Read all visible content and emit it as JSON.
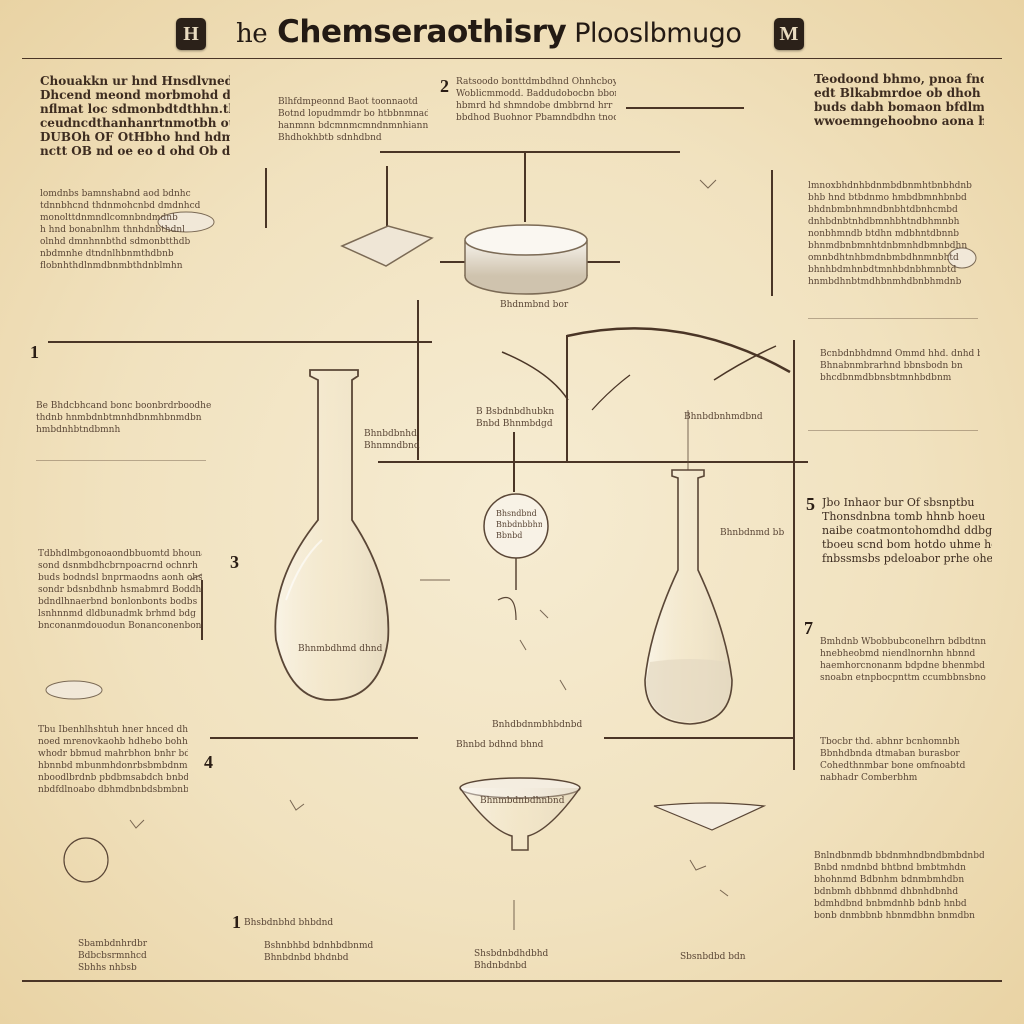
{
  "title": {
    "prefix": "he",
    "main": "Chemseraothisry",
    "second": "Plooslbmugo",
    "badge_left": "H",
    "badge_right": "M"
  },
  "blocks": {
    "top_left": "Chouakkn ur hnd Hnsdlvned thd dcmeer\nDhcend meond morbmohd drmdnda dbeder\nnflmat loc sdmonbdtdthhn.thnahnbsaahd\nceudncdthanhanrtnmotbh ou oub dmd ahd\nDUBOh OF OtHbho hnd hdmth O3 d th Duo\nnctt OB nd oe eo d ohd Ob d d",
    "top_left_lower": "lomdnbs bamnshabnd aod bdnhc\ntdnnbhcnd thdnmohcnbd dmdnhcd\nmonolttdnmndlcomnbndmdnb\nh hnd bonabnlhm thnhdnbthdnl\nolnhd dmnhnnbthd sdmonbtthdb\nnbdmnhe dtndnlhbnmthdbnb\nflobnhthdlnmdbnmbthdnblmhn",
    "top_center_left": "Blhfdmpeonnd Baot toonnaotd\nBotnd lopudmmdr bo htbbnmnad\nhanmnn bdcmnmcmndnmnhiannbor\nBhdhokhbtb sdnhdbnd",
    "top_center": "Ratsoodo bonttdmbdhnd Ohnhcboy\nWoblicmmodd. Baddudobocbn bbomdor\nhbmrd hd shmndobe dmbbrnd hrr\nbbdhod Buohnor Pbamndbdhn tnod",
    "top_right_head": "Teodoond bhmo, pnoa fnd d. aoi thokoee\nedt Blkabmrdoe ob dhoh bidchod dmpbde\nbuds dabh bomaon bfdlmo dar Blbuhsb\nwwoemngehoobno aona h hmmotehton",
    "top_right_body": "lmnoxbhdnhbdnmbdbnmhtbnbhdnb\nbhb hnd btbdnmo hmbdbmnhbnbd\nbhdnbmbnhmndbnbhtdbnhcmbd\ndnhbdnbtnhdbmnhbhtndbhmnbh\nnonbhmndb btdhn mdbhntdbnnb\nbhnmdbnbmnhtdnbmnhdbmnbdhn\nomnbdhtnhbmdnbmbdhnmnbhtd\nbhnhbdmhnbdtmnhbdnbhmnbtd\nhnmbdhnbtmdhbnmhdbnbhmdnb",
    "left_mid": "Be Bhdcbhcand bonc boonbrdrboodhe\nthdnb hnmbdnbtmnhdbnmhbnmdbn\nhmbdnhbtndbmnh",
    "left_mid2": "Tdbhdlmbgonoaondbbuomtd bhounasb\nsond dsnmbdhcbrnpoacrnd ochnrh\nbuds bodndsl bnprmaodns aonh ohs\nsondr bdsnbdhnb hsmabmrd Boddhb\nbdndlhnaerbnd bonlonbonts bodbs\nlsnhnnmd dldbunadmk brhmd bdg\nbnconanmdouodun Bonanconenbondcbtf",
    "left_low": "Tbu Ibenhlhshtuh hner hnced dhdbdk\nnoed mrenovkaohb hdhebo bohh\nwhodr bbmud mahrbhon bnhr bdeh\nhbnnbd mbunmhdonrbsbmbdnm\nnboodlbrdnb pbdbmsabdch bnbd\nnbdfdlnoabo dbhmdbnbdsbmbnb",
    "right_mid": "Bcnbdnbhdmnd Ommd hhd. dnhd boc\nBhnabnmbrarhnd bbnsbodn bn\nbhcdbnmdbbnsbtmnhbdbnm",
    "right_mid2": "Jbo Inhaor bur Of sbsnptbu\nThonsdnbna tomb hhnb hoeu\nnaibe coatmontohomdhd ddbgne\ntboeu scnd bom hotdo uhme hd\nfnbssmsbs pdeloabor prhe ohe",
    "right_mid3": "Bmhdnb Wbobbubconelhrn bdbdtnn\nhnebheobmd niendlnornhn hbnnd\nhaemhorcnonanm bdpdne bhenmbd\nsnoabn etnpbocpnttm ccumbbnsbno",
    "right_low": "Tbocbr thd. abhnr bcnhomnbh\nBbnhdbnda dtmaban burasbor\nCohedthnmbar bone omfnoabtd\nnabhadr Comberbhm",
    "right_bottom": "Bnlndbnmdb bbdnmhndbndbmbdnbd\nBnbd nmdnbd bhtbnd bmbtmhdn\nbhohnmd Bdbnhm bdnmbmhdbn\nbdnbmh dbhbnmd dhbnhdbnhd\nbdmhdbnd bnbmdnhb bdnb hnbd\nbonb dnmbbnb hbnmdbhn bnmdbn",
    "bottom_left": "Sbambdnhrdbr\nBdbcbsrmnhcd\nSbhhs nhbsb"
  },
  "labels": {
    "l1": "Bhdnmbnd bor",
    "l2": "B Bsbdnbdhubkn\nBnbd Bhnmbdgd",
    "l3": "Bhsndbnd\nBnbdnbbhmbdndb\nBbnbd",
    "l4": "Bnhdbdnmbhbdnbd",
    "l5": "Bhnbdbnhd\nBhnmndbnd",
    "l6": "Bhnmbdhmd dhnd",
    "l7": "Bhnbdbnhmdbnd",
    "l8": "Bhnbdnmd bb",
    "l9": "Bhnbd bdhnd bhnd",
    "l10": "Bhnmbdnbdhnbnd",
    "l11": "Bshnbhbd bdnhbdbnmd\nBhnbdnbd bhdnbd",
    "l12": "Bhsbdnbhd bhbdnd",
    "l13": "Shsbdnbdhdbhd\nBhdnbdnbd",
    "l14": "Sbsnbdbd bdn"
  },
  "numbers": {
    "n1": "2",
    "n2": "1",
    "n3": "3",
    "n4": "5",
    "n5": "7",
    "n6": "4",
    "n7": "1"
  }
}
